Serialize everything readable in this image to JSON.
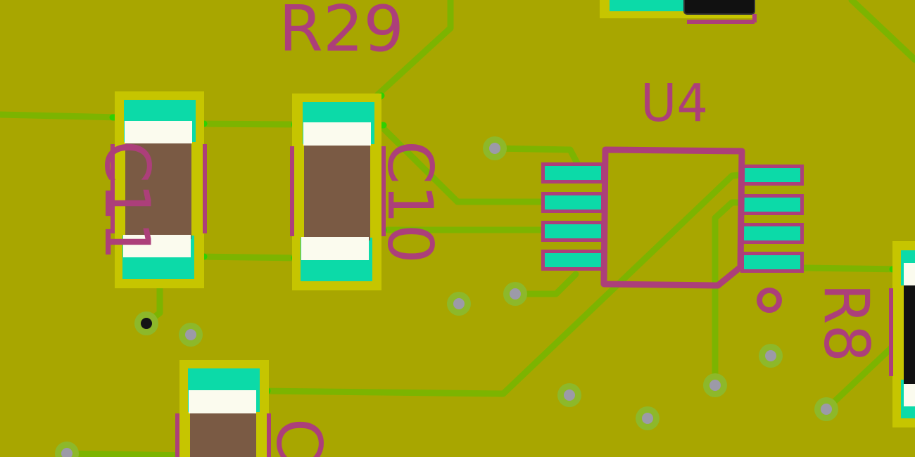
{
  "board": {
    "colors": {
      "substrate": "#a8a600",
      "trace": "#7cb400",
      "trace_bright": "#2fd000",
      "pad": "#0cdaa8",
      "silk": "#ac3f7a",
      "cap_body": "#7a5a44",
      "cap_end": "#fbfbee",
      "via_ring": "#8db82a",
      "via_hole": "#9c9aa8",
      "courtyard": "#c6c500"
    }
  },
  "refs": {
    "r29": "R29",
    "u4": "U4",
    "c11": "C11",
    "c10": "C10",
    "r8": "R8",
    "c_partial": "C"
  },
  "components": {
    "c11": {
      "type": "capacitor",
      "icon": "smd-capacitor-icon"
    },
    "c10": {
      "type": "capacitor",
      "icon": "smd-capacitor-icon"
    },
    "c_bottom": {
      "type": "capacitor",
      "icon": "smd-capacitor-icon"
    },
    "u4": {
      "type": "ic",
      "pins": 8,
      "icon": "msop8-ic-icon"
    },
    "r8": {
      "type": "resistor",
      "icon": "smd-resistor-icon"
    },
    "top_part": {
      "type": "component",
      "icon": "smd-part-icon"
    }
  }
}
